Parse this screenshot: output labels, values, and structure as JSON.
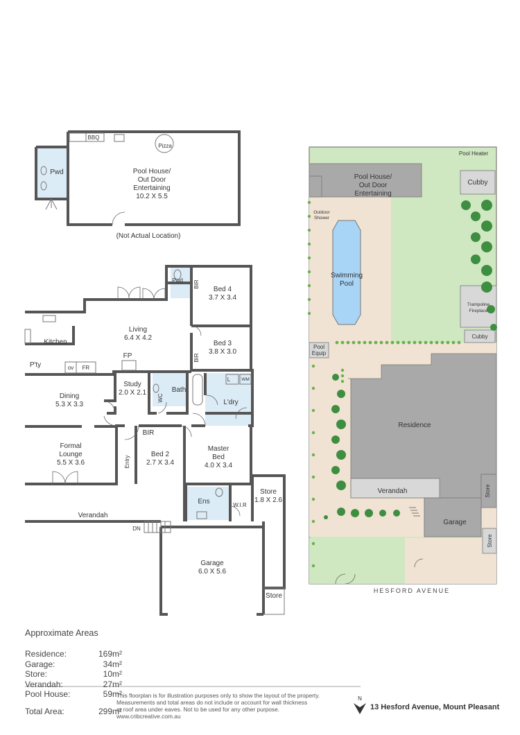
{
  "pool_house_plan": {
    "bbq": "BBQ",
    "pizza": "Pizza",
    "pwd": "Pwd",
    "room_lines": [
      "Pool House/",
      "Out Door",
      "Entertaining",
      "10.2 X 5.5"
    ],
    "note": "(Not Actual Location)"
  },
  "floor_plan": {
    "pwd": "Pwd",
    "bir_1": "BIR",
    "bed4": [
      "Bed 4",
      "3.7 X 3.4"
    ],
    "living": [
      "Living",
      "6.4 X 4.2"
    ],
    "kitchen": "Kitchen",
    "bed3": [
      "Bed 3",
      "3.8 X 3.0"
    ],
    "bir_2": "BIR",
    "fp": "FP",
    "pantry": "P'ty",
    "ov": "ov",
    "fr": "FR",
    "study": [
      "Study",
      "2.0 X 2.1"
    ],
    "wc": "WC",
    "bath": "Bath",
    "l": "L",
    "wm": "WM",
    "laundry": "L'dry",
    "dining": [
      "Dining",
      "5.3 X 3.3"
    ],
    "bir_3": "BIR",
    "formal_lounge": [
      "Formal",
      "Lounge",
      "5.5 X 3.6"
    ],
    "entry": "Entry",
    "bed2": [
      "Bed 2",
      "2.7 X 3.4"
    ],
    "master_bed": [
      "Master",
      "Bed",
      "4.0 X 3.4"
    ],
    "store": [
      "Store",
      "1.8 X 2.6"
    ],
    "ens": "Ens",
    "wir": "W.I.R",
    "verandah": "Verandah",
    "dn": "DN",
    "garage": [
      "Garage",
      "6.0 X 5.6"
    ],
    "store2": "Store"
  },
  "site_plan": {
    "pool_heater": "Pool Heater",
    "pool_house": [
      "Pool House/",
      "Out Door",
      "Entertaining"
    ],
    "cubby1": "Cubby",
    "outdoor_shower": [
      "Outdoor",
      "Shower"
    ],
    "swimming_pool": [
      "Swimming",
      "Pool"
    ],
    "trampoline": [
      "Trampoline",
      "Fireplace"
    ],
    "cubby2": "Cubby",
    "pool_equip": [
      "Pool",
      "Equip"
    ],
    "residence": "Residence",
    "verandah": "Verandah",
    "garage": "Garage",
    "store1": "Store",
    "store2": "Store",
    "street": "HESFORD AVENUE"
  },
  "areas": {
    "heading": "Approximate Areas",
    "rows": [
      {
        "label": "Residence:",
        "value": "169m²"
      },
      {
        "label": "Garage:",
        "value": "34m²"
      },
      {
        "label": "Store:",
        "value": "10m²"
      },
      {
        "label": "Verandah:",
        "value": "27m²"
      },
      {
        "label": "Pool House:",
        "value": "59m²"
      }
    ],
    "total": {
      "label": "Total Area:",
      "value": "299m²"
    }
  },
  "disclaimer": [
    "This floorplan is for illustration purposes only to show the layout of the property.",
    "Measurements and total areas do not include or account for wall thickness",
    "or roof area under eaves. Not to be used for any other purpose.",
    "www.cribcreative.com.au"
  ],
  "compass_label": "N",
  "address": "13 Hesford Avenue, Mount Pleasant",
  "colors": {
    "grass": "#cfe8c1",
    "paving": "#f1e3d3",
    "building": "#a9a9a9",
    "pool": "#a8d4f5",
    "tile": "#dcecf7",
    "tree": "#3e8e41"
  }
}
